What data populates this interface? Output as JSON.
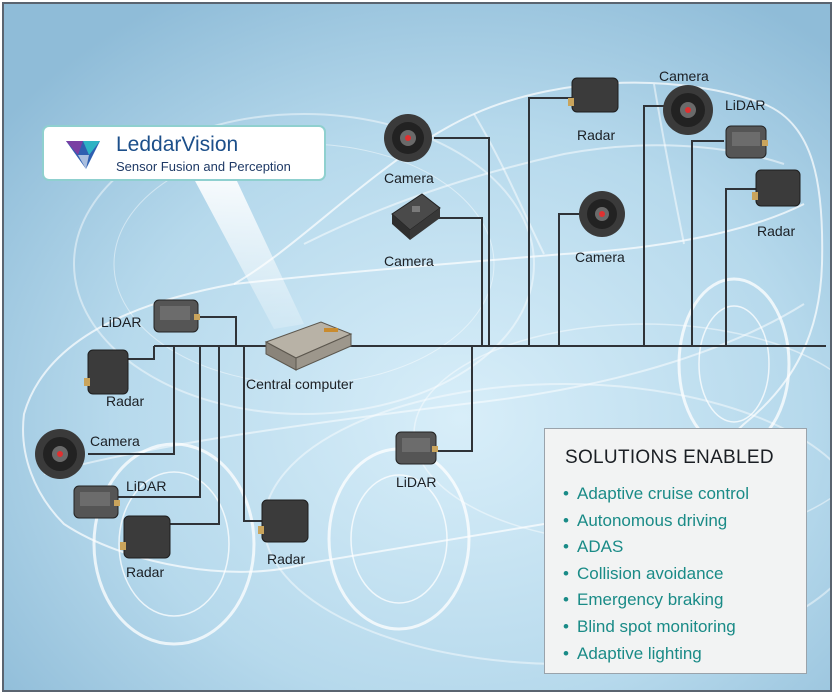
{
  "logo": {
    "name": "LeddarVision",
    "tagline": "Sensor Fusion and Perception"
  },
  "central_computer": {
    "label": "Central computer"
  },
  "sensors": {
    "camera_front_top": "Camera",
    "camera_front_box": "Camera",
    "radar_roof": "Radar",
    "camera_roof_mid": "Camera",
    "camera_rear": "Camera",
    "lidar_rear": "LiDAR",
    "radar_rear": "Radar",
    "lidar_front_top": "LiDAR",
    "radar_front_top": "Radar",
    "camera_front_left": "Camera",
    "lidar_front_left": "LiDAR",
    "radar_front_left": "Radar",
    "radar_front_bottom": "Radar",
    "lidar_center": "LiDAR"
  },
  "solutions": {
    "title": "SOLUTIONS ENABLED",
    "items": [
      "Adaptive cruise control",
      "Autonomous driving",
      "ADAS",
      "Collision avoidance",
      "Emergency braking",
      "Blind spot monitoring",
      "Adaptive lighting"
    ]
  },
  "colors": {
    "background": "#b9dcef",
    "wire": "#2f3338",
    "solution_text": "#1a8b87",
    "logo_border": "#8fd0cf",
    "logo_text": "#1c4f8a"
  }
}
